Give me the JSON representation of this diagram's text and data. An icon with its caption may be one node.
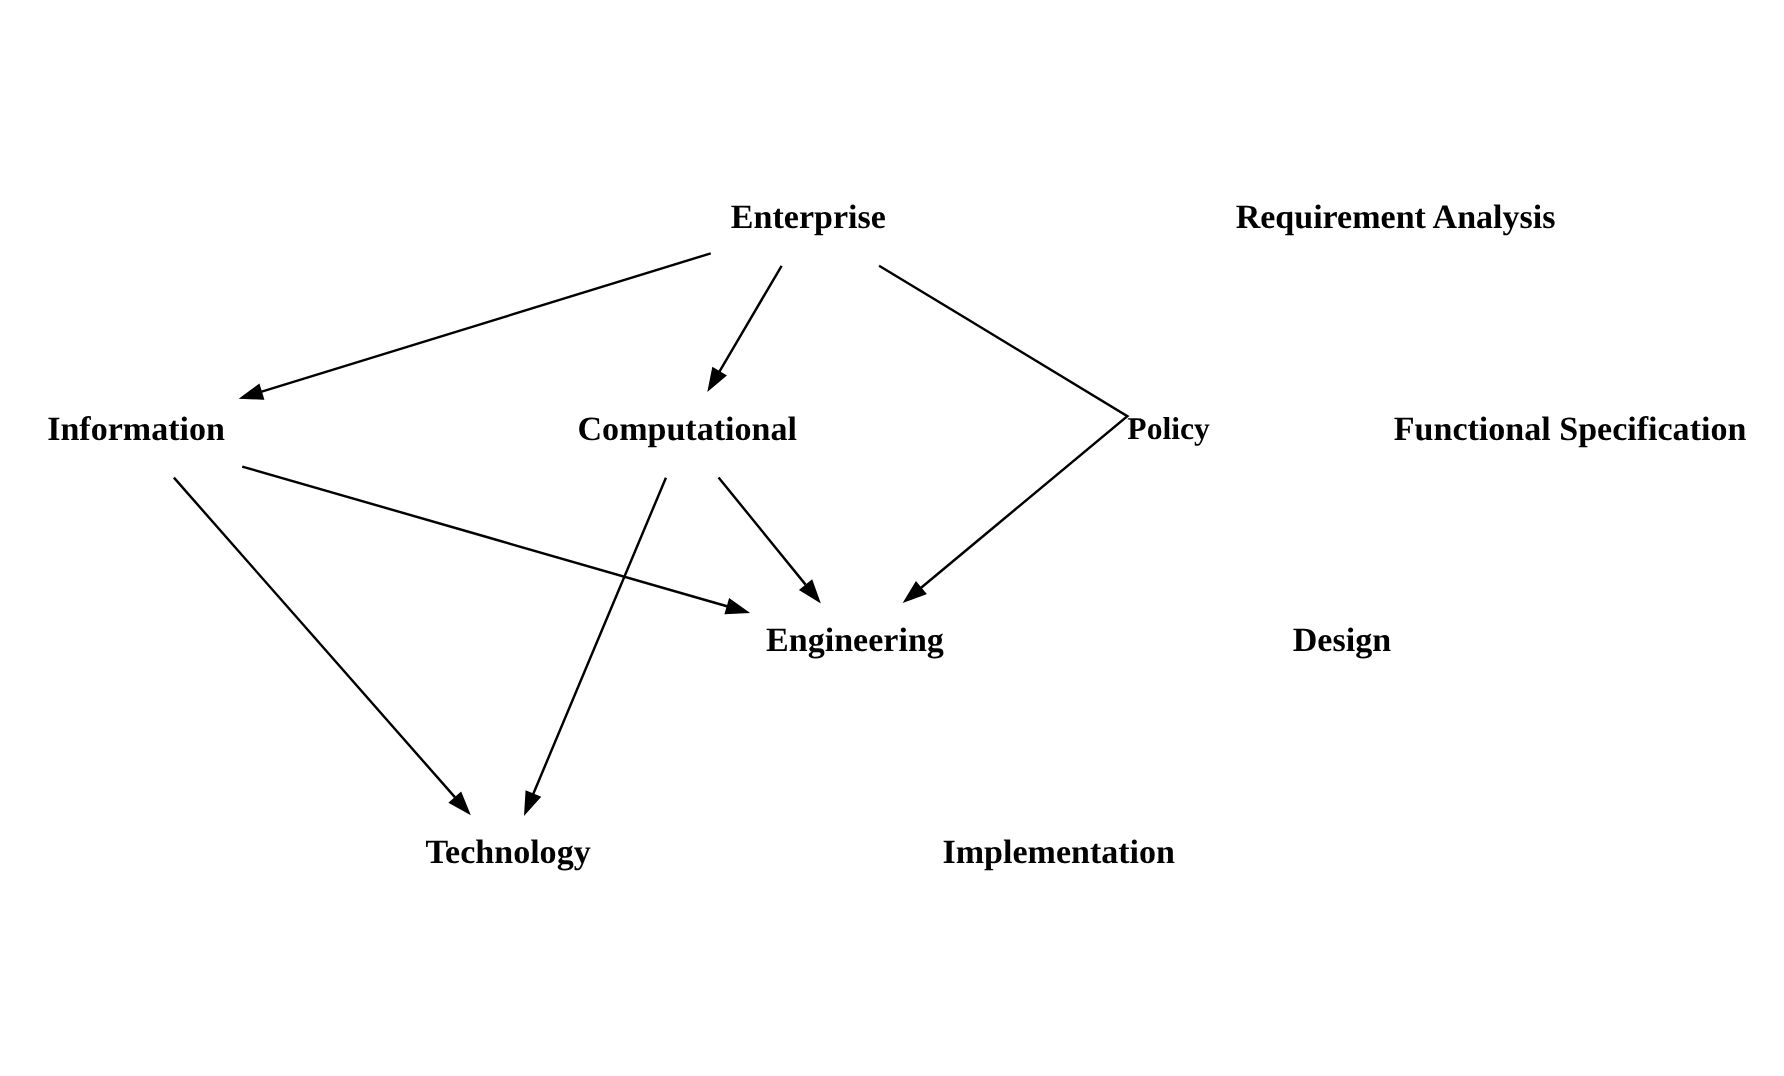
{
  "diagram": {
    "nodes": [
      {
        "text": [
          "Enterprise"
        ]
      },
      {
        "text": [
          "Information"
        ]
      },
      {
        "text": [
          "Computational"
        ]
      },
      {
        "text": [
          "Engineering"
        ]
      },
      {
        "text": [
          "Technology"
        ]
      }
    ],
    "edges": [
      {
        "from": 0,
        "to": 1,
        "arrow": "to"
      },
      {
        "from": 0,
        "to": 3,
        "arrow": "to",
        "label": "Policy"
      },
      {
        "from": 0,
        "to": 2,
        "arrow": "to"
      },
      {
        "from": 1,
        "to": 3,
        "arrow": "to"
      },
      {
        "from": 2,
        "to": 3,
        "arrow": "to"
      },
      {
        "from": 1,
        "to": 4,
        "arrow": "to"
      },
      {
        "from": 2,
        "to": 4,
        "arrow": "to"
      }
    ],
    "labels": [
      "Requirement Analysis",
      "Functional Specification",
      "Design",
      "Implementation"
    ]
  }
}
